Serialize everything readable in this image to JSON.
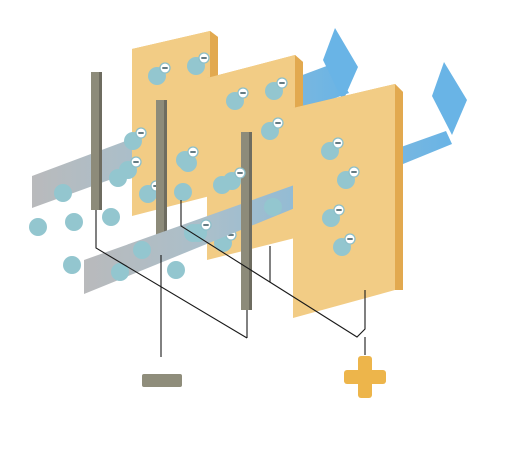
{
  "diagram": {
    "colors": {
      "plate_face": "#F2CC85",
      "plate_side": "#E2A94F",
      "rod_face": "#8D8B7A",
      "rod_side": "#6E6C60",
      "flow_back": "#B9BABC",
      "flow_front": "#69B4E6",
      "particle": "#93C6CF",
      "particle_edge": "#7FB1BC",
      "charge_badge": "#FFFFFF",
      "charge_ring": "#8DBFC9",
      "wire": "#1A1A1A",
      "negative_terminal": "#8F8D7B",
      "positive_terminal": "#EDB54B"
    },
    "icons": {
      "negative_terminal": "minus-icon",
      "positive_terminal": "plus-icon",
      "charge_badge": "minus-icon",
      "flow_direction": "arrow-right-icon"
    },
    "counts": {
      "collector_plates": 3,
      "discharge_electrodes": 3,
      "gas_flow_streams": 2
    }
  }
}
